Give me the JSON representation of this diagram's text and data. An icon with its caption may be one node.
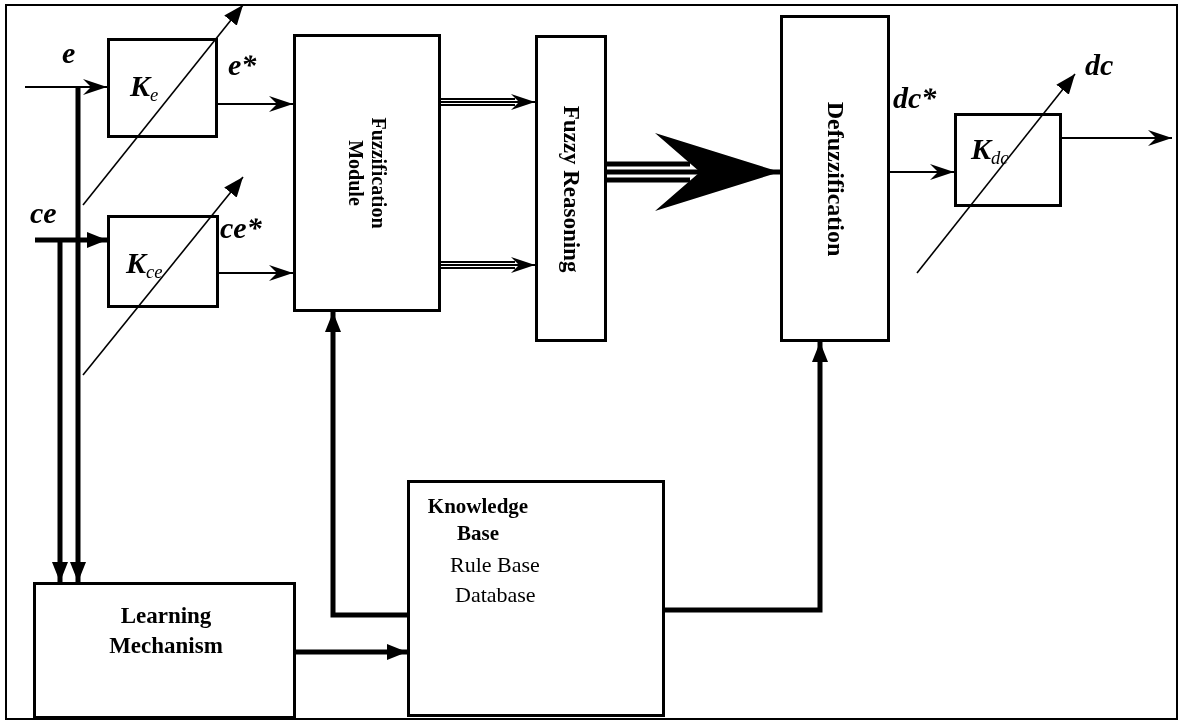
{
  "diagram": {
    "nodes": [
      {
        "text": [
          "**K**$_{e}$"
        ]
      },
      {
        "text": [
          "**K**$_{ce}$"
        ]
      },
      {
        "text": [
          "Fuzzification Module"
        ]
      },
      {
        "text": [
          "Fuzzy Reasoning"
        ]
      },
      {
        "text": [
          "Defuzzification"
        ]
      },
      {
        "text": [
          "**K**$_{dc}$"
        ]
      },
      {
        "text": [
          "Knowledge Base",
          "Rule Base",
          "Database"
        ]
      },
      {
        "text": [
          "Learning Mechanism"
        ]
      }
    ],
    "edges": [
      {
        "from": null,
        "to": 0,
        "arrow": "to",
        "label": "e"
      },
      {
        "from": null,
        "to": 1,
        "arrow": "to",
        "label": "ce",
        "style": "thick"
      },
      {
        "from": null,
        "to": 7,
        "arrow": "to",
        "style": "thick"
      },
      {
        "from": null,
        "to": 7,
        "arrow": "to",
        "style": "thick"
      },
      {
        "from": 0,
        "to": 2,
        "arrow": "to",
        "label": "e*"
      },
      {
        "from": 1,
        "to": 2,
        "arrow": "to",
        "label": "ce*"
      },
      {
        "from": 2,
        "to": 3,
        "arrow": "to"
      },
      {
        "from": 2,
        "to": 3,
        "arrow": "to"
      },
      {
        "from": 3,
        "to": 4,
        "arrow": "to",
        "style": "thick"
      },
      {
        "from": 4,
        "to": 5,
        "arrow": "to",
        "label": "dc*"
      },
      {
        "from": 5,
        "to": null,
        "arrow": "to"
      },
      {
        "from": 7,
        "to": 6,
        "arrow": "to",
        "style": "thick"
      },
      {
        "from": 6,
        "to": 2,
        "arrow": "to",
        "style": "thick"
      },
      {
        "from": 6,
        "to": 4,
        "arrow": "to",
        "style": "thick"
      }
    ],
    "labels": [
      "dc"
    ]
  }
}
